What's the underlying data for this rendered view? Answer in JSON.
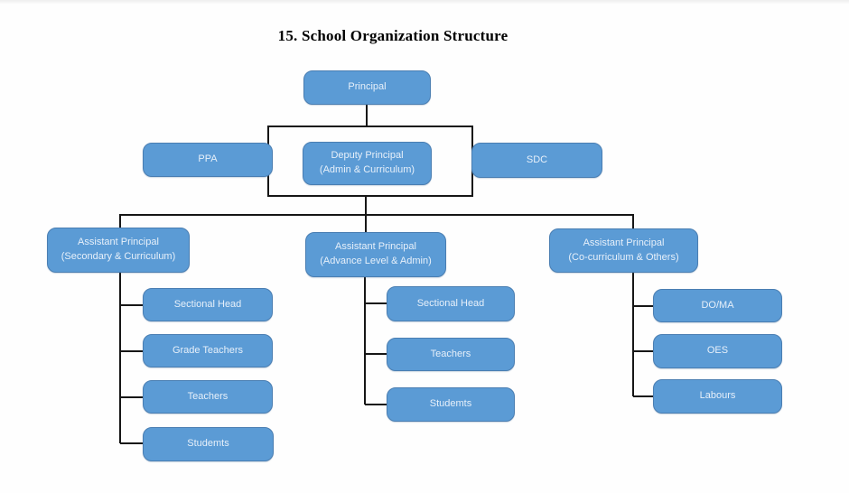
{
  "title": "15. School Organization Structure",
  "org": {
    "principal": {
      "label": "Principal"
    },
    "ppa": {
      "label": "PPA"
    },
    "deputy": {
      "label": "Deputy Principal\n(Admin & Curriculum)"
    },
    "sdc": {
      "label": "SDC"
    },
    "ap_secondary": {
      "label": "Assistant Principal\n(Secondary & Curriculum)"
    },
    "ap_advance": {
      "label": "Assistant Principal\n(Advance Level & Admin)"
    },
    "ap_cocurricular": {
      "label": "Assistant Principal\n(Co-curriculum & Others)"
    },
    "secondary_branch": {
      "sectional_head": "Sectional Head",
      "grade_teachers": "Grade Teachers",
      "teachers": "Teachers",
      "students": "Studemts"
    },
    "advance_branch": {
      "sectional_head": "Sectional Head",
      "teachers": "Teachers",
      "students": "Studemts"
    },
    "cocurricular_branch": {
      "do_ma": "DO/MA",
      "oes": "OES",
      "labours": "Labours"
    }
  },
  "hierarchy": {
    "root": "Principal",
    "principal_children": [
      "PPA",
      "Deputy Principal (Admin & Curriculum)",
      "SDC"
    ],
    "deputy_children": [
      "Assistant Principal (Secondary & Curriculum)",
      "Assistant Principal (Advance Level & Admin)",
      "Assistant Principal (Co-curriculum & Others)"
    ],
    "ap_secondary_children": [
      "Sectional Head",
      "Grade Teachers",
      "Teachers",
      "Studemts"
    ],
    "ap_advance_children": [
      "Sectional Head",
      "Teachers",
      "Studemts"
    ],
    "ap_cocurricular_children": [
      "DO/MA",
      "OES",
      "Labours"
    ]
  },
  "colors": {
    "node_fill": "#5b9bd5",
    "node_border": "#4a7eb2",
    "node_text": "#e7f0fa",
    "connector": "#161616",
    "title_text": "#000000"
  }
}
